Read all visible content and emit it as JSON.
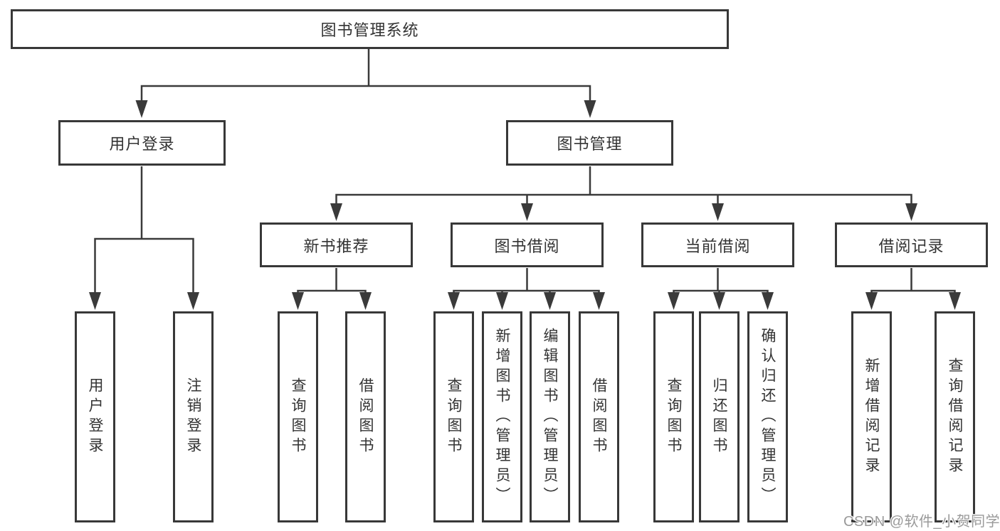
{
  "colors": {
    "background": "#ffffff",
    "box_border": "#383838",
    "connector": "#3a3a3a",
    "text": "#333333",
    "watermark_text": "#9a9a9a"
  },
  "diagram": {
    "root": {
      "label": "图书管理系统"
    },
    "branches": [
      {
        "label": "用户登录",
        "children": [
          {
            "label": "用户登录"
          },
          {
            "label": "注销登录"
          }
        ]
      },
      {
        "label": "图书管理",
        "children": [
          {
            "label": "新书推荐",
            "children": [
              {
                "label": "查询图书"
              },
              {
                "label": "借阅图书"
              }
            ]
          },
          {
            "label": "图书借阅",
            "children": [
              {
                "label": "查询图书"
              },
              {
                "label": "新增图书（管理员）"
              },
              {
                "label": "编辑图书（管理员）"
              },
              {
                "label": "借阅图书"
              }
            ]
          },
          {
            "label": "当前借阅",
            "children": [
              {
                "label": "查询图书"
              },
              {
                "label": "归还图书"
              },
              {
                "label": "确认归还（管理员）"
              }
            ]
          },
          {
            "label": "借阅记录",
            "children": [
              {
                "label": "新增借阅记录"
              },
              {
                "label": "查询借阅记录"
              }
            ]
          }
        ]
      }
    ]
  },
  "watermark": {
    "text": "CSDN @软件_小贺同学"
  }
}
